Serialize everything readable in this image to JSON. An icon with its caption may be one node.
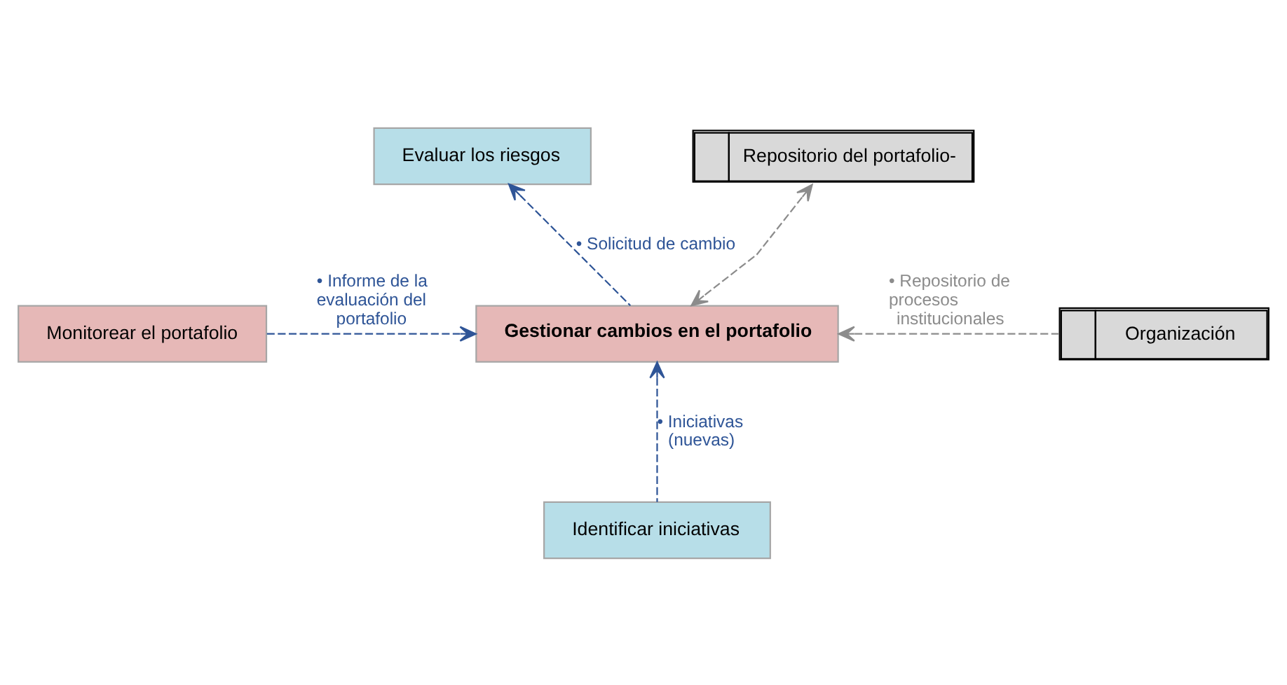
{
  "diagram": {
    "nodes": [
      {
        "text": [
          "Evaluar los riesgos"
        ]
      },
      {
        "text": [
          "Repositorio del portafolio-"
        ]
      },
      {
        "text": [
          "Gestionar cambios en el portafolio"
        ]
      },
      {
        "text": [
          "Monitorear el portafolio"
        ]
      },
      {
        "text": [
          "Organización"
        ]
      },
      {
        "text": [
          "Identificar iniciativas"
        ]
      }
    ],
    "edges": [
      {
        "from": 2,
        "to": 0,
        "arrow": "to",
        "style": "dashed",
        "label": "• Solicitud de cambio"
      },
      {
        "from": 2,
        "to": 1,
        "arrow": "both",
        "style": "dashed",
        "color": "#8c8c8c"
      },
      {
        "from": 3,
        "to": 2,
        "arrow": "to",
        "style": "dashed",
        "label": "• Informe de la evaluación del portafolio"
      },
      {
        "from": 4,
        "to": 2,
        "arrow": "to",
        "style": "dashed",
        "color": "#8c8c8c",
        "label": "• Repositorio de procesos institucionales"
      },
      {
        "from": 5,
        "to": 2,
        "arrow": "to",
        "style": "dashed",
        "label": "• Iniciativas  (nuevas)"
      }
    ]
  }
}
